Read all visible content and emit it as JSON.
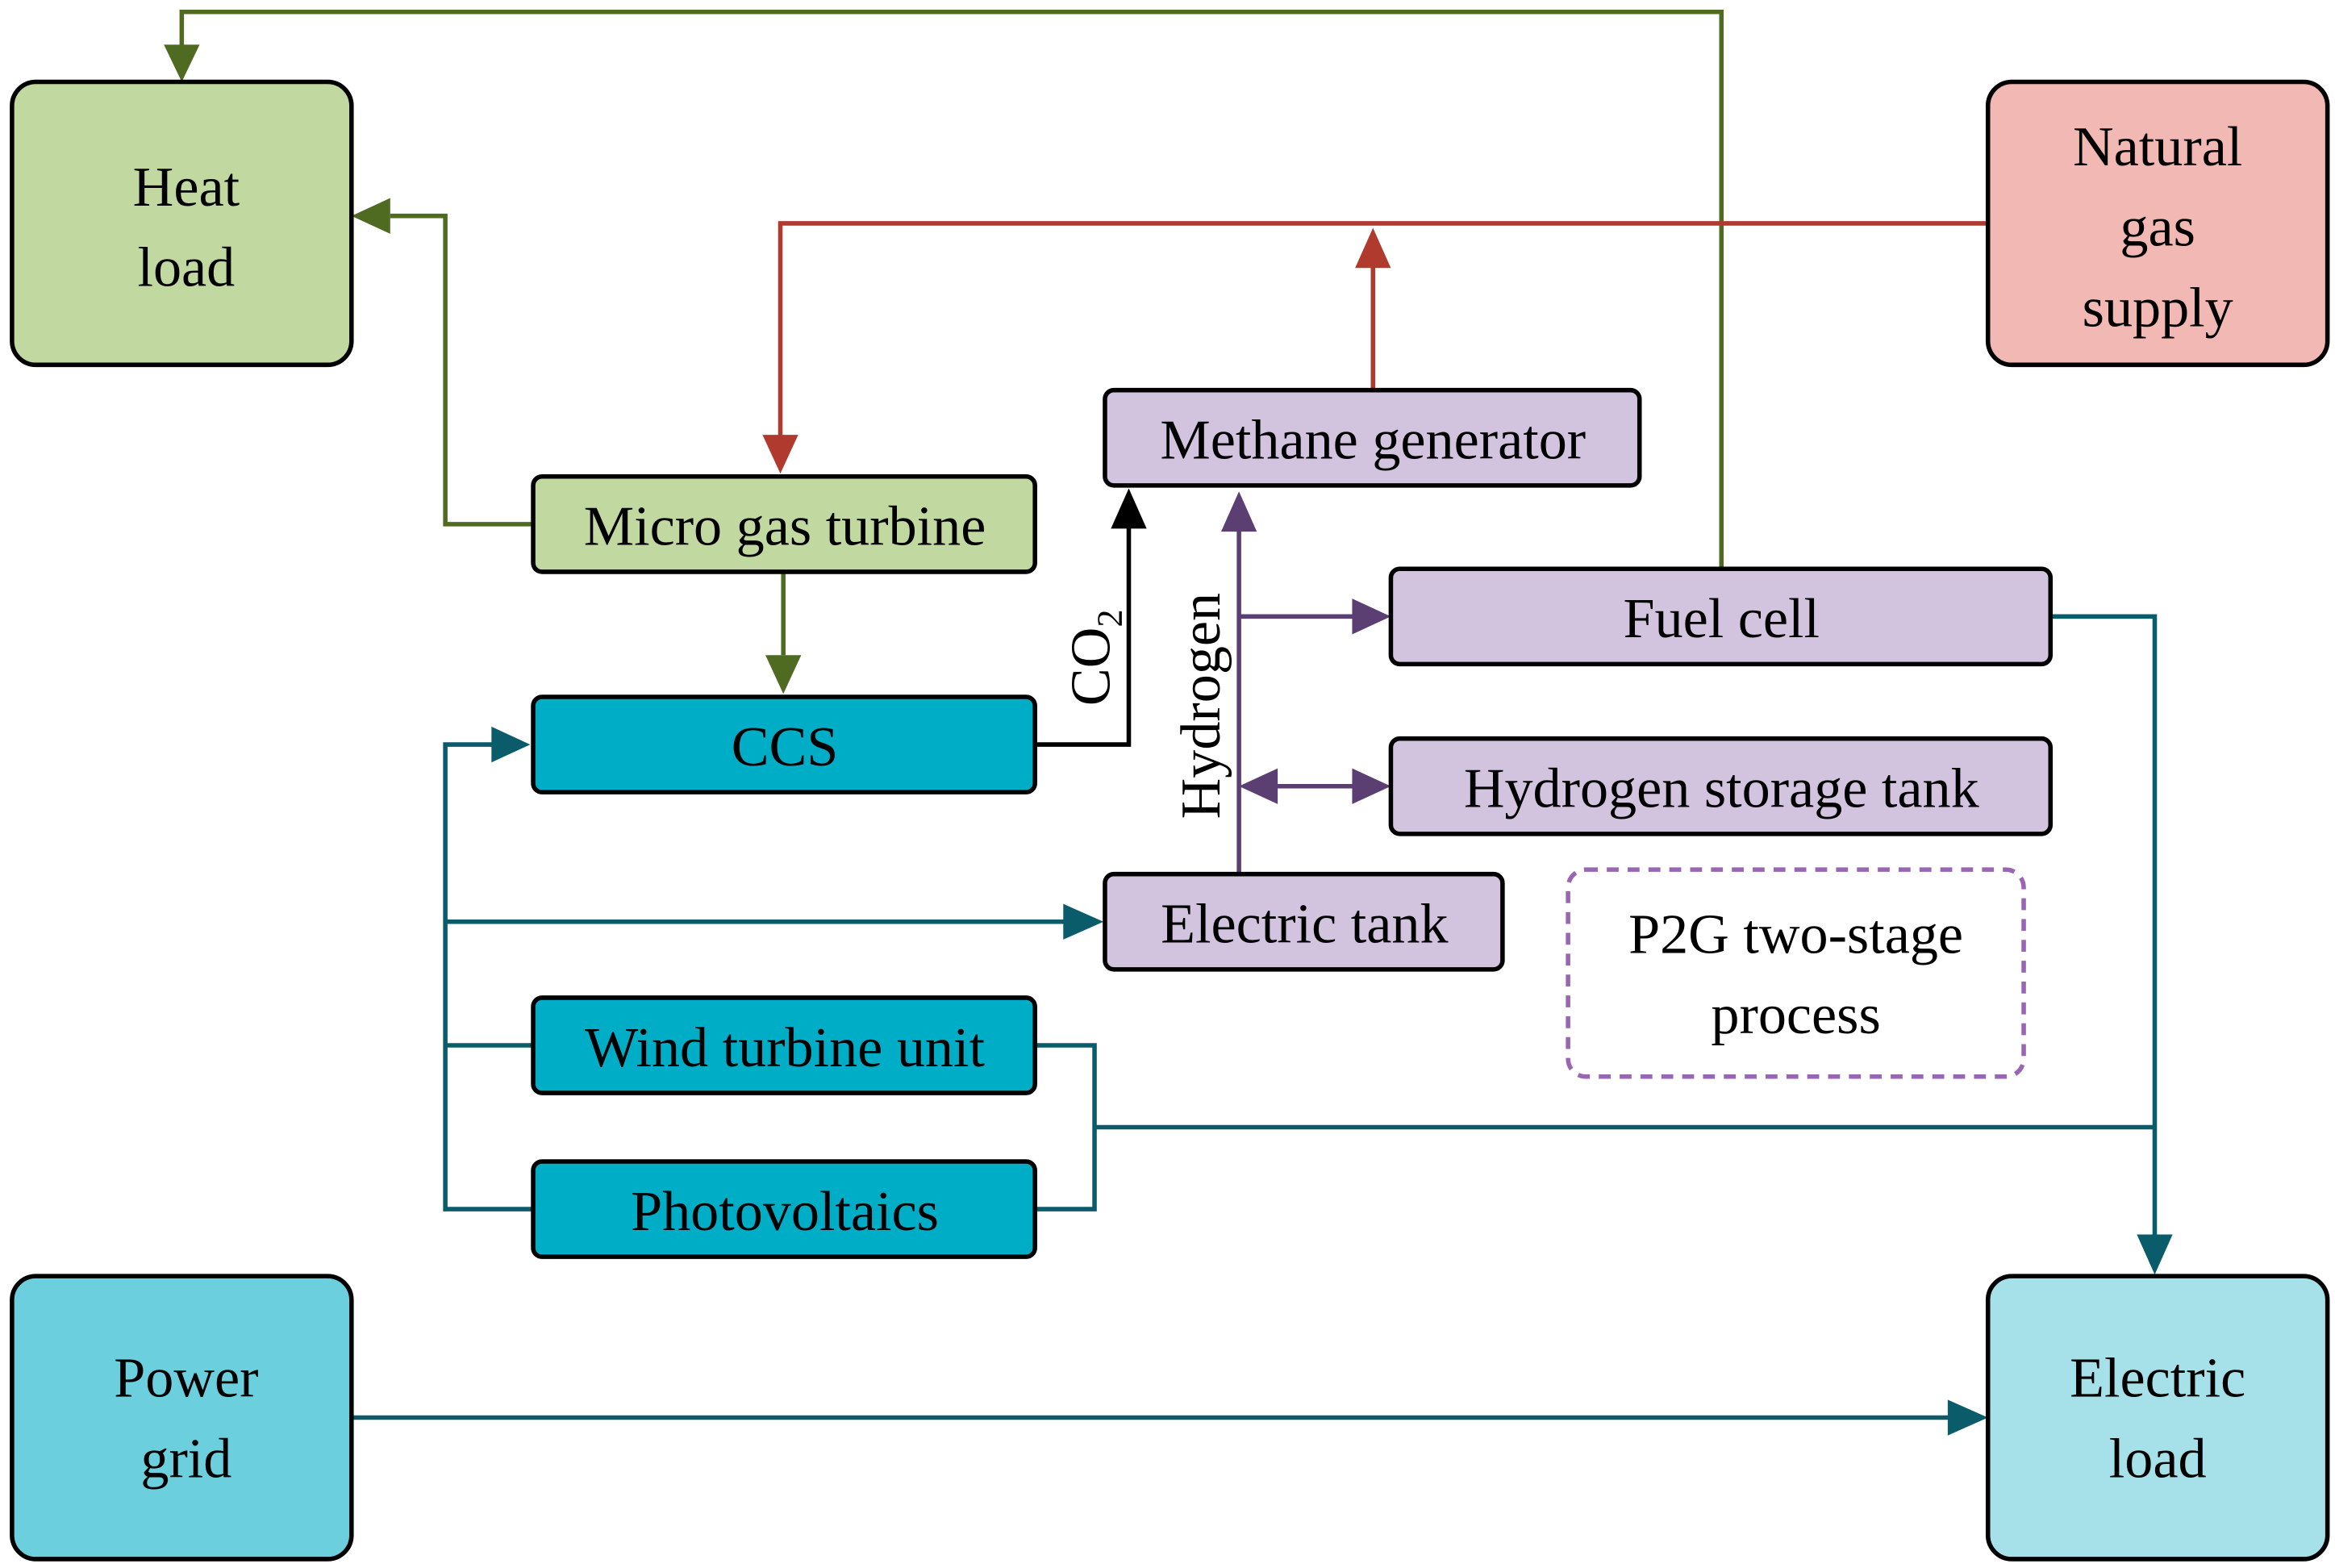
{
  "boxes": {
    "heat_load": [
      "Heat",
      "load"
    ],
    "natural_gas_supply": [
      "Natural",
      "gas",
      "supply"
    ],
    "methane_generator": "Methane generator",
    "micro_gas_turbine": "Micro gas turbine",
    "fuel_cell": "Fuel cell",
    "ccs": "CCS",
    "hydrogen_storage_tank": "Hydrogen storage tank",
    "electric_tank": "Electric tank",
    "p2g_process": [
      "P2G two-stage",
      "process"
    ],
    "wind_turbine_unit": "Wind turbine unit",
    "photovoltaics": "Photovoltaics",
    "power_grid": [
      "Power",
      "grid"
    ],
    "electric_load": [
      "Electric",
      "load"
    ]
  },
  "flow_labels": {
    "co2_main": "CO",
    "co2_sub": "2",
    "hydrogen": "Hydrogen"
  },
  "colors": {
    "heat_flow": "#4f6b22",
    "gas_flow": "#b03a2e",
    "hydrogen_flow": "#5b3f73",
    "electric_flow": "#0b5c6b",
    "co2_flow": "#000000",
    "heat_box": "#c1d9a0",
    "gas_box": "#f2b8b3",
    "p2g_box": "#d2c3de",
    "renewable_box": "#00adc7",
    "grid_box": "#6ccfde",
    "load_box": "#a6e0e8",
    "p2g_dashed": "#9966b3"
  }
}
